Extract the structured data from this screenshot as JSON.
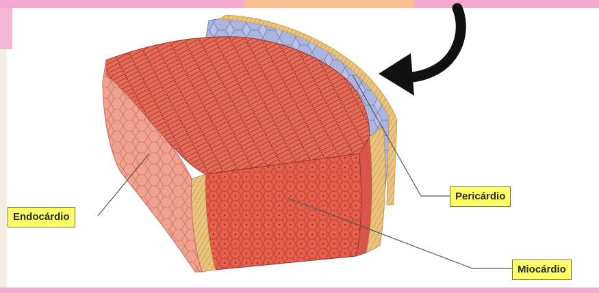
{
  "labels": {
    "endocardio": "Endocárdio",
    "pericardio": "Pericárdio",
    "miocardio": "Miocárdio"
  },
  "colors": {
    "muscle": "#e56755",
    "muscle_dark": "#c84a3d",
    "endothelium": "#f0a390",
    "connective": "#e8c079",
    "epicardium_cells": "#b7c2e6",
    "label_bg": "#ffff66",
    "frame_pink": "#f4a7cf",
    "frame_orange": "#f9c08f",
    "arrow": "#111111"
  },
  "icons": {
    "arrow": "curved-arrow-icon"
  }
}
